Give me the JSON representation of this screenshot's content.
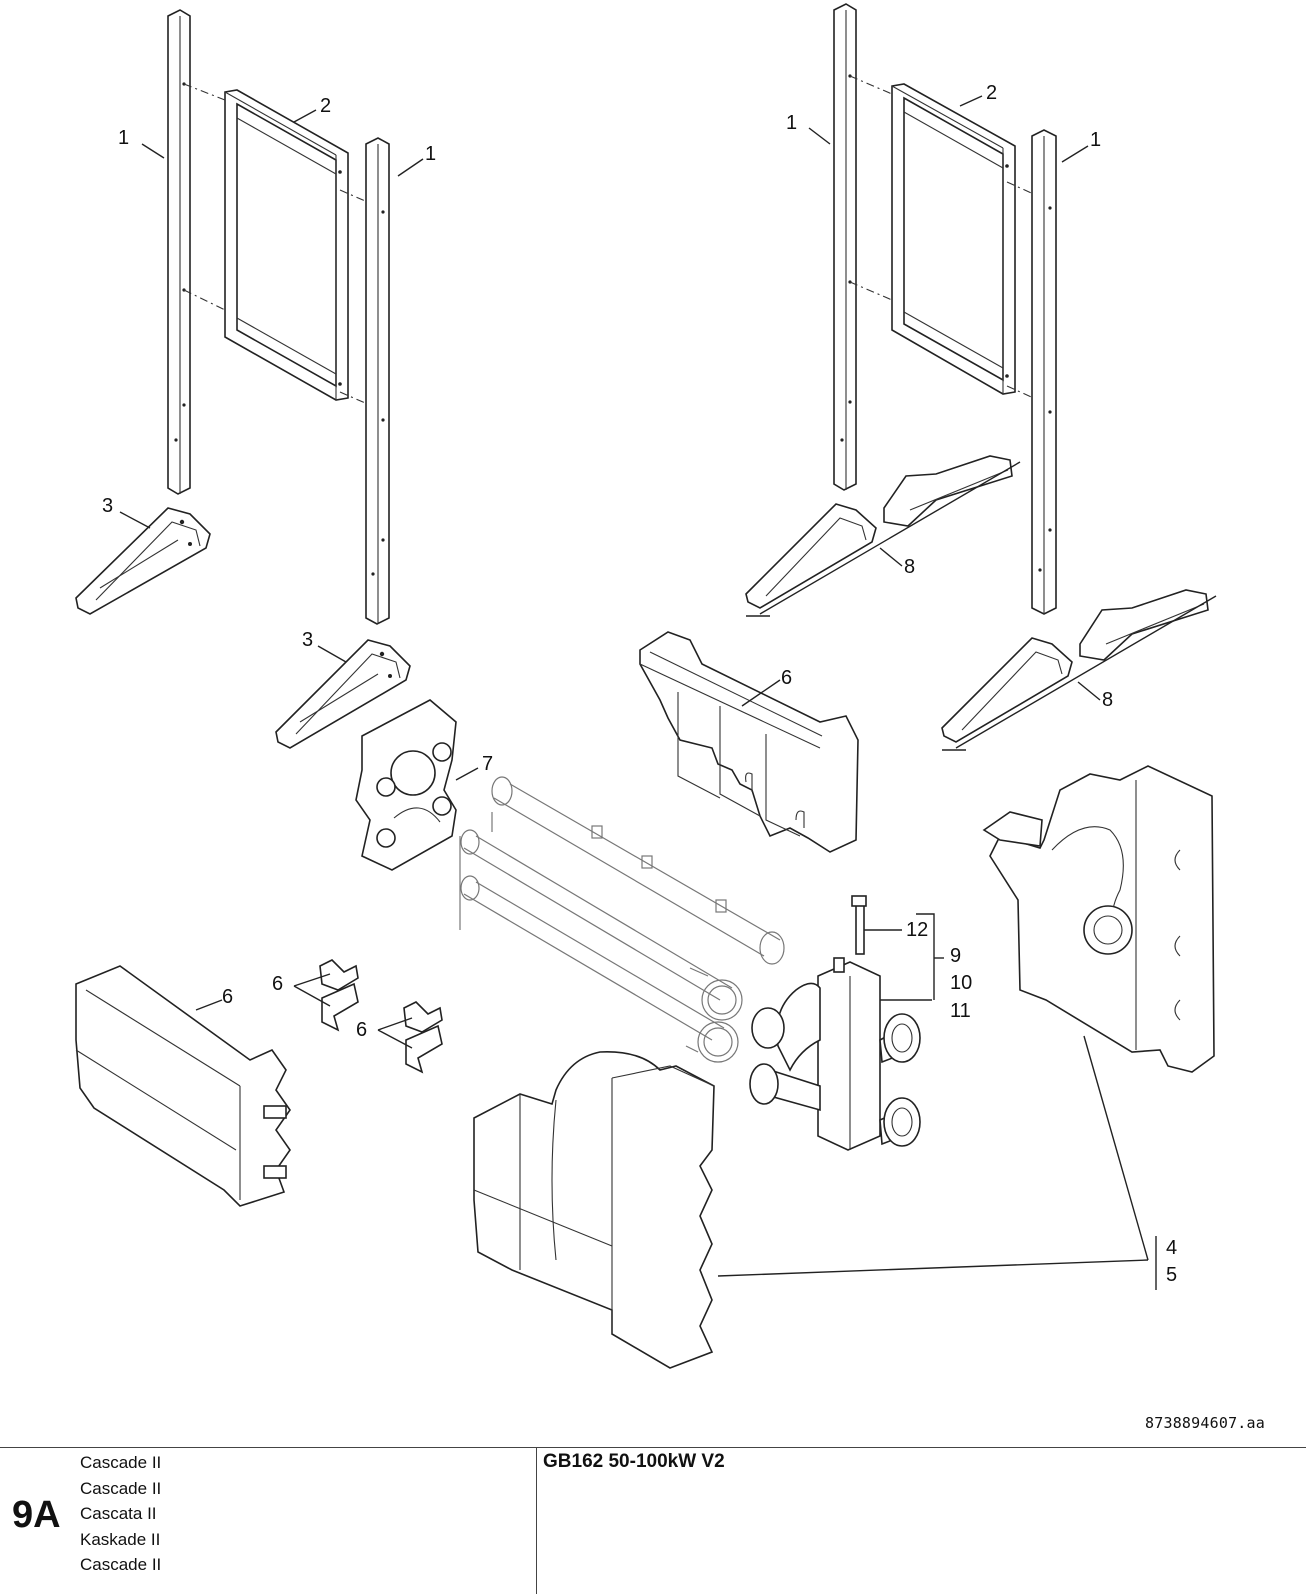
{
  "callouts": {
    "c1a": "1",
    "c1b": "1",
    "c1c": "1",
    "c1d": "1",
    "c2a": "2",
    "c2b": "2",
    "c3a": "3",
    "c3b": "3",
    "c4": "4",
    "c5": "5",
    "c6a": "6",
    "c6b": "6",
    "c6c": "6",
    "c6d": "6",
    "c7": "7",
    "c8a": "8",
    "c8b": "8",
    "c9": "9",
    "c10": "10",
    "c11": "11",
    "c12": "12"
  },
  "drawing_number": "8738894607.aa",
  "footer": {
    "chapter": "9A",
    "titles": [
      "Cascade II",
      "Cascade II",
      "Cascata II",
      "Kaskade II",
      "Cascade II"
    ],
    "model": "GB162 50-100kW V2"
  }
}
